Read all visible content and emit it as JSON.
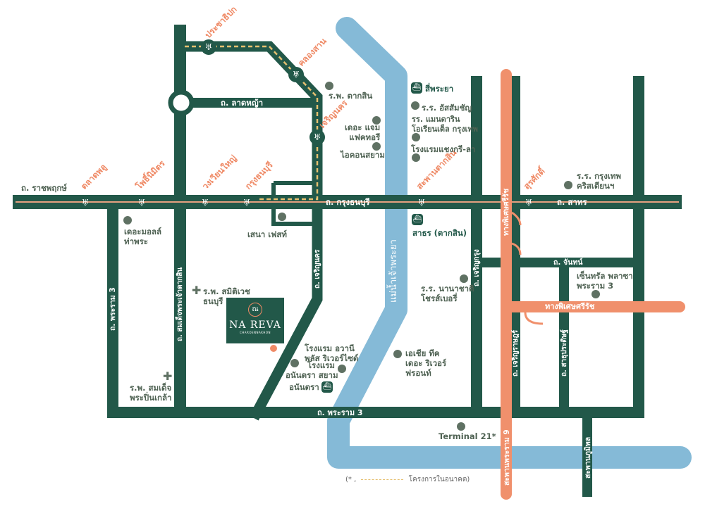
{
  "colors": {
    "road": "#225849",
    "river": "#85bad7",
    "expressway": "#f0906c",
    "label": "#4f6253"
  },
  "roads": {
    "ratchaphruek": "ถ. ราชพฤกษ์",
    "lat_ya": "ถ. ลาดหญ้า",
    "krung_thonburi": "ถ. กรุงธนบุรี",
    "sathorn": "ถ. สาทร",
    "charoen_nakhon": "ถ. เจริญนคร",
    "charoen_krung": "ถ. เจริญกรุง",
    "chan": "ถ. จันทน์",
    "rama3_left": "ถ. พระราม 3",
    "somdet_taksin": "ถ. สมเด็จพระเจ้าตากสิน",
    "rama3_bottom": "ถ. พระราม 3",
    "charoen_rat": "ถ. เจริญราษฎร์",
    "sathu_pradit": "ถ. สาธุประดิษฐ์",
    "expressway_v": "ทางพิเศษศรีรัช",
    "expressway_h": "ทางพิเศษศรีรัช",
    "rama9_bridge": "สะพานพระราม 9",
    "bhumibol_bridge": "สะพานภูมิพล",
    "river": "แม่น้ำเจ้าพระยา"
  },
  "stations": [
    "ประชาธิปก",
    "คลองสาน",
    "เจริญนคร",
    "ตลาดพลู",
    "โพธิ์นิมิตร",
    "วงเวียนใหญ่",
    "กรุงธนบุรี",
    "สะพานตากสิน",
    "สุรศักดิ์"
  ],
  "places": {
    "taksin_hosp": "ร.พ. ตากสิน",
    "jam_factory": [
      "เดอะ แจม",
      "แฟคทอรี"
    ],
    "iconsiam": "ไอคอนสยาม",
    "si_phraya": "สี่พระยา",
    "assumption": "ร.ร. อัสสัมชัญ",
    "mandarin": [
      "รร. แมนดาริน",
      "โอเรียนเต็ล กรุงเทพ"
    ],
    "shangrila": "โรงแรมแชงกรี-ลา",
    "bangkok_christian": [
      "ร.ร. กรุงเทพ",
      "คริสเตียนฯ"
    ],
    "sathorn_pier": "สาธร (ตากสิน)",
    "mall_thapra": [
      "เดอะมอลล์",
      "ท่าพระ"
    ],
    "sena_fest": "เสนา เฟสท์",
    "samitivej": [
      "ร.พ. สมิติเวช",
      "ธนบุรี"
    ],
    "somdet_hosp": [
      "ร.พ. สมเด็จ",
      "พระปิ่นเกล้า"
    ],
    "avani": [
      "โรงแรม อวานี",
      "พลัส ริเวอร์ไซด์"
    ],
    "anantara_siam": [
      "โรงแรม",
      "อนันตรา สยาม"
    ],
    "anantara_pier": "อนันตรา",
    "asiatique": [
      "เอเชีย ทีค",
      "เดอะ ริเวอร์",
      "ฟรอนท์"
    ],
    "intl_school": [
      "ร.ร. นานาชาติ",
      "โชรส์เบอรี่"
    ],
    "central_rama3": [
      "เซ็นทรัล พลาซา",
      "พระราม 3"
    ],
    "terminal21": "Terminal 21*"
  },
  "project": {
    "monogram": "ณ",
    "name": "NA REVA",
    "subtitle": "CHAROENNAKHON"
  },
  "legend": {
    "prefix": "(* ,",
    "text": "โครงการในอนาคต)"
  }
}
